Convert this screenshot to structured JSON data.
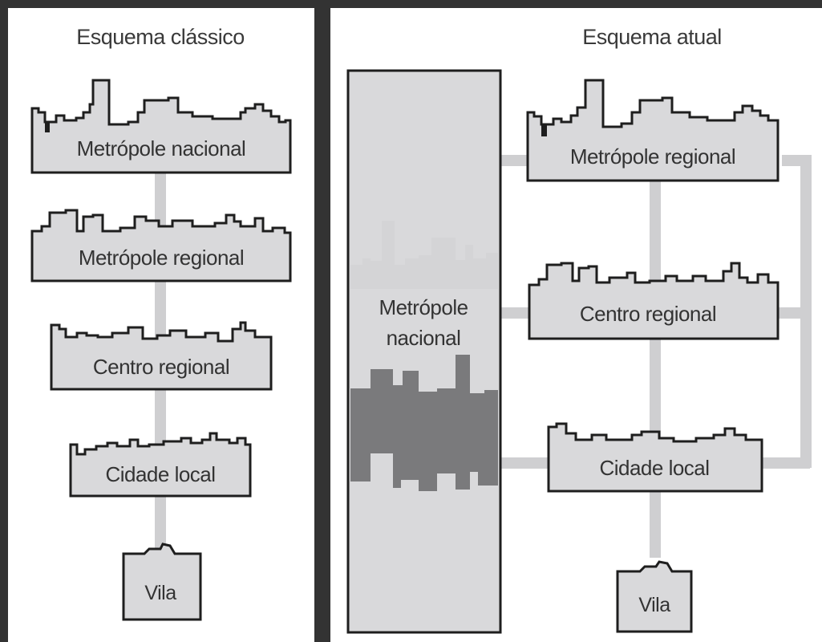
{
  "colors": {
    "frame": "#333333",
    "panel_background": "#ffffff",
    "box_fill": "#d9d9db",
    "connector": "#cfcfd1",
    "skyline_dark": "#7a7a7c",
    "skyline_light": "#cfcfd1",
    "outline": "#1e1e1e"
  },
  "panels": {
    "classic": {
      "title": "Esquema clássico",
      "nodes": [
        "Metrópole nacional",
        "Metrópole regional",
        "Centro regional",
        "Cidade local",
        "Vila"
      ]
    },
    "current": {
      "title": "Esquema atual",
      "national_metropolis": {
        "line1": "Metrópole",
        "line2": "nacional"
      },
      "nodes": [
        "Metrópole regional",
        "Centro regional",
        "Cidade local",
        "Vila"
      ]
    }
  }
}
